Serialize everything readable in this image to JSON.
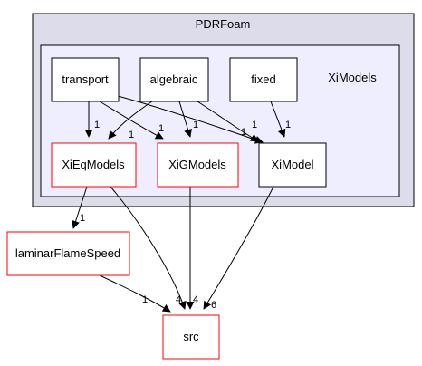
{
  "clusters": {
    "outer": {
      "title": "PDRFoam"
    },
    "inner": {
      "title": "XiModels"
    }
  },
  "nodes": {
    "transport": "transport",
    "algebraic": "algebraic",
    "fixed": "fixed",
    "xieq": "XiEqModels",
    "xig": "XiGModels",
    "ximodel": "XiModel",
    "laminar": "laminarFlameSpeed",
    "src": "src"
  },
  "edges": {
    "transport_xieq": "1",
    "transport_xig": "1",
    "transport_ximodel": "1",
    "algebraic_xieq": "1",
    "algebraic_xig": "1",
    "algebraic_ximodel": "1",
    "fixed_ximodel": "1",
    "xieq_laminar": "1",
    "xieq_src": "4",
    "xig_src": "4",
    "ximodel_src": "6",
    "laminar_src": "1"
  },
  "colors": {
    "outer_fill": "#dcdcea",
    "inner_fill": "#eeeeff",
    "red_border": "#ff0000",
    "black_border": "#000000"
  }
}
